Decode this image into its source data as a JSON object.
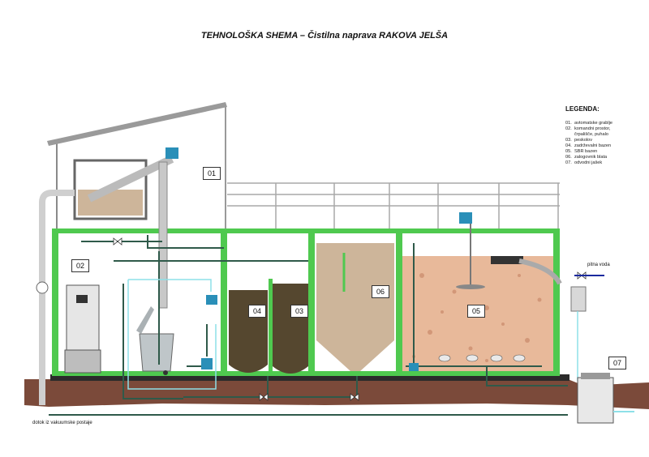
{
  "title": "TEHNOLOŠKA SHEMA – Čistilna naprava RAKOVA JELŠA",
  "legend": {
    "heading": "LEGENDA:",
    "items": [
      {
        "num": "01.",
        "text": "avtomatske grablje"
      },
      {
        "num": "02.",
        "text": "komandni prostor,\nčrpališče, puhalo"
      },
      {
        "num": "03.",
        "text": "peskolov"
      },
      {
        "num": "04.",
        "text": "zadrževalni bazen"
      },
      {
        "num": "05.",
        "text": "SBR bazen"
      },
      {
        "num": "06.",
        "text": "zalogovnik blata"
      },
      {
        "num": "07.",
        "text": "odvodni jašek"
      }
    ]
  },
  "labels": {
    "l01": "01",
    "l02": "02",
    "l03": "03",
    "l04": "04",
    "l05": "05",
    "l06": "06",
    "l07": "07"
  },
  "notes": {
    "inlet": "dotok iz vakuumske postaje",
    "water": "pitna voda"
  },
  "colors": {
    "wall": "#4fc94f",
    "soil": "#7b4a3a",
    "sludge": "#5a4a32",
    "storage": "#cdb59a",
    "sbr": "#e8b99a",
    "pipe": "#2f5a4a",
    "cyan_pipe": "#8ee0e8",
    "pump": "#2a8fb8"
  }
}
